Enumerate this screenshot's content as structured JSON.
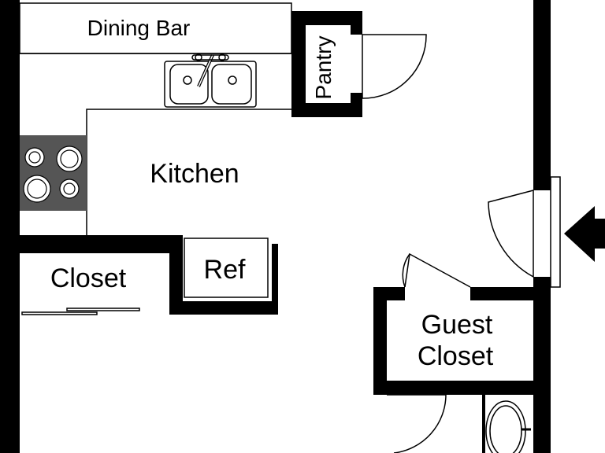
{
  "rooms": {
    "dining_bar": "Dining Bar",
    "pantry": "Pantry",
    "kitchen": "Kitchen",
    "closet": "Closet",
    "ref": "Ref",
    "guest_closet_line1": "Guest",
    "guest_closet_line2": "Closet"
  },
  "colors": {
    "wall": "#000000",
    "stove": "#555555",
    "background": "#ffffff"
  },
  "icons": {
    "entry": "entry-arrow-icon",
    "sink": "double-sink-icon",
    "stove": "cooktop-icon",
    "toilet": "toilet-icon"
  }
}
